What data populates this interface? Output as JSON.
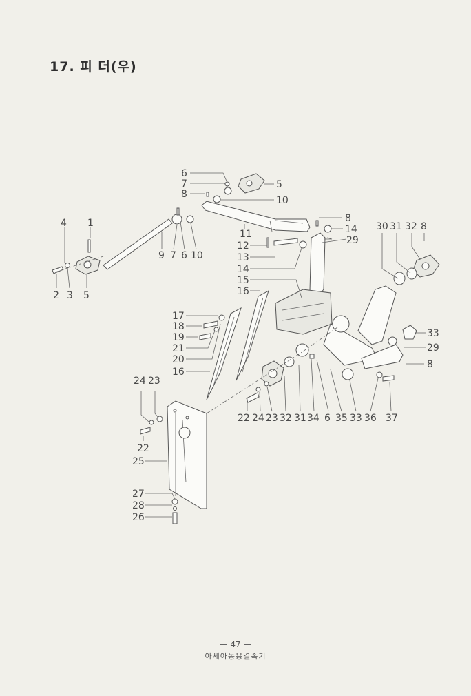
{
  "title": "17. 피  더(우)",
  "footer": {
    "page_number": "— 47 —",
    "publisher": "아세아농용결속기"
  },
  "callouts": [
    "6",
    "7",
    "8",
    "5",
    "10",
    "4",
    "1",
    "11",
    "12",
    "13",
    "14",
    "15",
    "16",
    "9",
    "7",
    "6",
    "10",
    "2",
    "3",
    "5",
    "8",
    "14",
    "29",
    "30",
    "31",
    "32",
    "8",
    "17",
    "18",
    "19",
    "21",
    "20",
    "16",
    "33",
    "29",
    "8",
    "24",
    "23",
    "22",
    "24",
    "23",
    "32",
    "31",
    "34",
    "6",
    "35",
    "33",
    "36",
    "37",
    "22",
    "25",
    "27",
    "28",
    "26"
  ]
}
